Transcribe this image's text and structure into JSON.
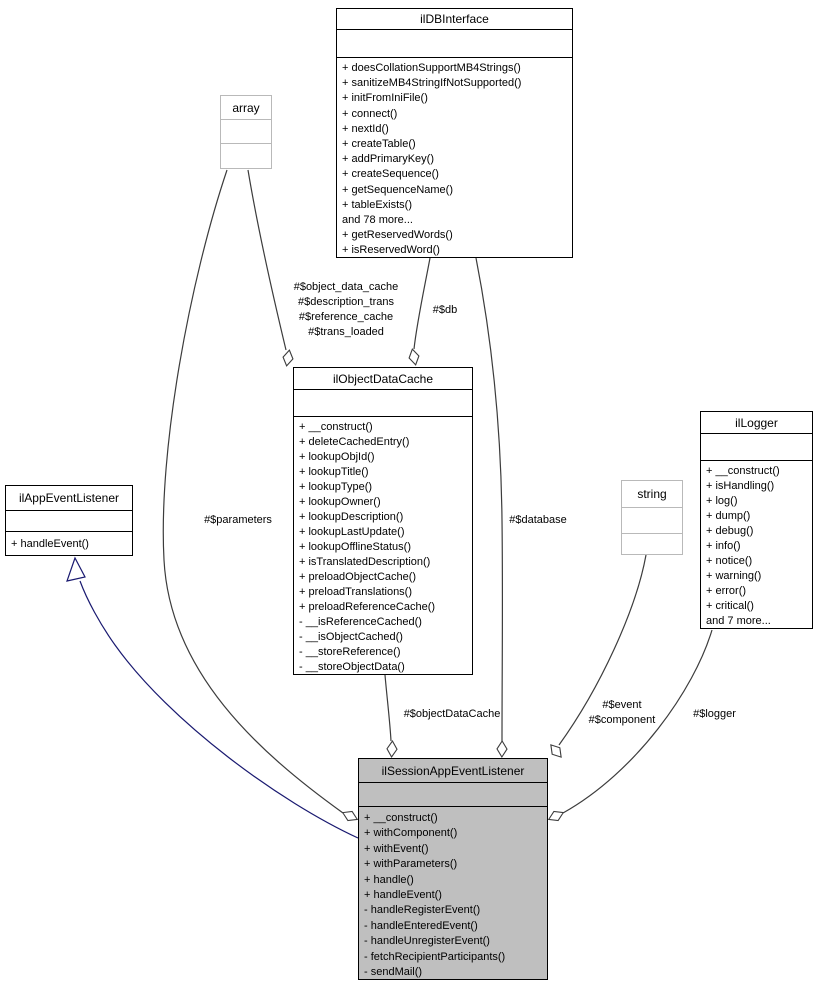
{
  "diagram": {
    "title_class": "ilSessionAppEventListener",
    "colors": {
      "highlight_node_fill": "#bfbfbf",
      "node_fill": "#ffffff",
      "node_border": "#000000",
      "weak_node_border": "#b9b9b9",
      "edge": "#3c3c3c",
      "inheritance_edge": "#191970"
    },
    "classes": {
      "ilDBInterface": {
        "title": "ilDBInterface",
        "methods": [
          "+ doesCollationSupportMB4Strings()",
          "+ sanitizeMB4StringIfNotSupported()",
          "+ initFromIniFile()",
          "+ connect()",
          "+ nextId()",
          "+ createTable()",
          "+ addPrimaryKey()",
          "+ createSequence()",
          "+ getSequenceName()",
          "+ tableExists()",
          "and 78 more...",
          "+ getReservedWords()",
          "+ isReservedWord()"
        ]
      },
      "array": {
        "title": "array"
      },
      "ilObjectDataCache": {
        "title": "ilObjectDataCache",
        "methods": [
          "+ __construct()",
          "+ deleteCachedEntry()",
          "+ lookupObjId()",
          "+ lookupTitle()",
          "+ lookupType()",
          "+ lookupOwner()",
          "+ lookupDescription()",
          "+ lookupLastUpdate()",
          "+ lookupOfflineStatus()",
          "+ isTranslatedDescription()",
          "+ preloadObjectCache()",
          "+ preloadTranslations()",
          "+ preloadReferenceCache()",
          "- __isReferenceCached()",
          "- __isObjectCached()",
          "- __storeReference()",
          "- __storeObjectData()"
        ]
      },
      "ilAppEventListener": {
        "title": "ilAppEventListener",
        "methods": [
          "+ handleEvent()"
        ]
      },
      "string": {
        "title": "string"
      },
      "ilLogger": {
        "title": "ilLogger",
        "methods": [
          "+ __construct()",
          "+ isHandling()",
          "+ log()",
          "+ dump()",
          "+ debug()",
          "+ info()",
          "+ notice()",
          "+ warning()",
          "+ error()",
          "+ critical()",
          "and 7 more..."
        ]
      },
      "ilSessionAppEventListener": {
        "title": "ilSessionAppEventListener",
        "methods": [
          "+ __construct()",
          "+ withComponent()",
          "+ withEvent()",
          "+ withParameters()",
          "+ handle()",
          "+ handleEvent()",
          "- handleRegisterEvent()",
          "- handleEnteredEvent()",
          "- handleUnregisterEvent()",
          "- fetchRecipientParticipants()",
          "- sendMail()"
        ]
      }
    },
    "edge_labels": {
      "cache_fields": "#$object_data_cache\n#$description_trans\n#$reference_cache\n#$trans_loaded",
      "db": "#$db",
      "parameters": "#$parameters",
      "database": "#$database",
      "object_data_cache": "#$objectDataCache",
      "event_component": "#$event\n#$component",
      "logger": "#$logger"
    }
  }
}
